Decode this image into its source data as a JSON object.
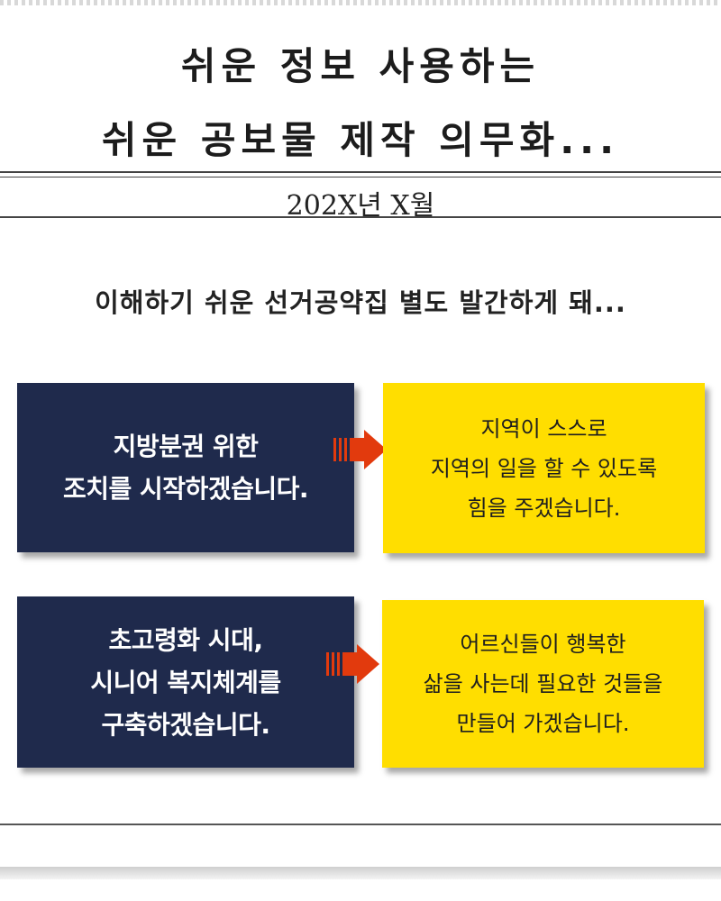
{
  "header": {
    "title_line1": "쉬운 정보 사용하는",
    "title_line2": "쉬운 공보물 제작 의무화...",
    "date": "202X년 X월"
  },
  "subtitle": "이해하기 쉬운 선거공약집 별도 발간하게 돼...",
  "pledges": [
    {
      "policy_lines": [
        "지방분권 위한",
        "조치를 시작하겠습니다."
      ],
      "effect_lines": [
        "지역이 스스로",
        "지역의 일을 할 수 있도록",
        "힘을 주겠습니다."
      ]
    },
    {
      "policy_lines": [
        "초고령화 시대,",
        "시니어 복지체계를",
        "구축하겠습니다."
      ],
      "effect_lines": [
        "어르신들이 행복한",
        "삶을 사는데 필요한 것들을",
        "만들어 가겠습니다."
      ]
    }
  ],
  "colors": {
    "navy_box": "#1f2a4c",
    "yellow_box": "#ffde00",
    "arrow": "#e23a0d"
  }
}
